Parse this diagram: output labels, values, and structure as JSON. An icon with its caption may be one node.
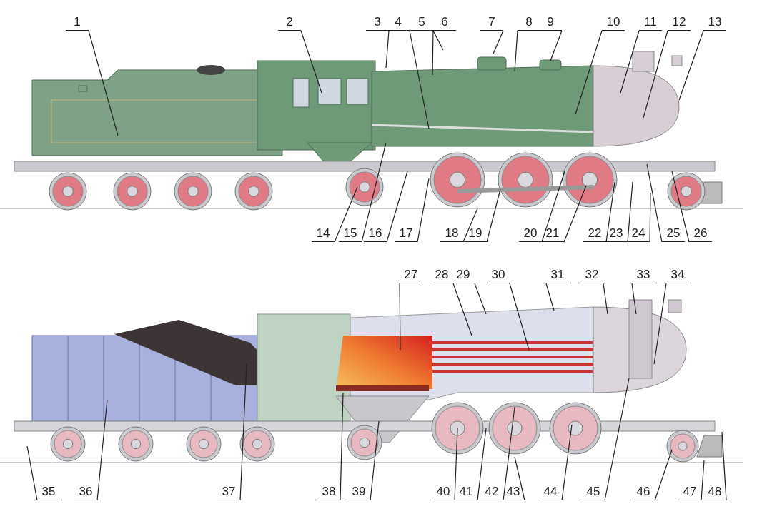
{
  "diagram": {
    "nodes": [
      {
        "text": [
          "1"
        ]
      },
      {
        "text": [
          "2"
        ]
      },
      {
        "text": [
          "3"
        ]
      },
      {
        "text": [
          "4"
        ]
      },
      {
        "text": [
          "5"
        ]
      },
      {
        "text": [
          "6"
        ]
      },
      {
        "text": [
          "7"
        ]
      },
      {
        "text": [
          "8"
        ]
      },
      {
        "text": [
          "9"
        ]
      },
      {
        "text": [
          "10"
        ]
      },
      {
        "text": [
          "11"
        ]
      },
      {
        "text": [
          "12"
        ]
      },
      {
        "text": [
          "13"
        ]
      },
      {
        "text": [
          "14"
        ]
      },
      {
        "text": [
          "15"
        ]
      },
      {
        "text": [
          "16"
        ]
      },
      {
        "text": [
          "17"
        ]
      },
      {
        "text": [
          "18"
        ]
      },
      {
        "text": [
          "19"
        ]
      },
      {
        "text": [
          "20"
        ]
      },
      {
        "text": [
          "21"
        ]
      },
      {
        "text": [
          "22"
        ]
      },
      {
        "text": [
          "23"
        ]
      },
      {
        "text": [
          "24"
        ]
      },
      {
        "text": [
          "25"
        ]
      },
      {
        "text": [
          "26"
        ]
      },
      {
        "text": [
          "27"
        ]
      },
      {
        "text": [
          "28"
        ]
      },
      {
        "text": [
          "29"
        ]
      },
      {
        "text": [
          "30"
        ]
      },
      {
        "text": [
          "31"
        ]
      },
      {
        "text": [
          "32"
        ]
      },
      {
        "text": [
          "33"
        ]
      },
      {
        "text": [
          "34"
        ]
      },
      {
        "text": [
          "35"
        ]
      },
      {
        "text": [
          "36"
        ]
      },
      {
        "text": [
          "37"
        ]
      },
      {
        "text": [
          "38"
        ]
      },
      {
        "text": [
          "39"
        ]
      },
      {
        "text": [
          "40"
        ]
      },
      {
        "text": [
          "41"
        ]
      },
      {
        "text": [
          "42"
        ]
      },
      {
        "text": [
          "43"
        ]
      },
      {
        "text": [
          "44"
        ]
      },
      {
        "text": [
          "45"
        ]
      },
      {
        "text": [
          "46"
        ]
      },
      {
        "text": [
          "47"
        ]
      },
      {
        "text": [
          "48"
        ]
      }
    ],
    "edges": [
      {
        "from": 0,
        "to": null,
        "arrow": "none"
      },
      {
        "from": 1,
        "to": null,
        "arrow": "none"
      },
      {
        "from": 2,
        "to": null,
        "arrow": "none"
      },
      {
        "from": 3,
        "to": null,
        "arrow": "none"
      },
      {
        "from": 4,
        "to": null,
        "arrow": "none"
      },
      {
        "from": 5,
        "to": null,
        "arrow": "none"
      },
      {
        "from": 6,
        "to": null,
        "arrow": "none"
      },
      {
        "from": 7,
        "to": null,
        "arrow": "none"
      },
      {
        "from": 8,
        "to": null,
        "arrow": "none"
      },
      {
        "from": 9,
        "to": null,
        "arrow": "none"
      },
      {
        "from": 10,
        "to": null,
        "arrow": "none"
      },
      {
        "from": 11,
        "to": null,
        "arrow": "none"
      },
      {
        "from": 12,
        "to": null,
        "arrow": "none"
      },
      {
        "from": 13,
        "to": null,
        "arrow": "none"
      },
      {
        "from": 14,
        "to": null,
        "arrow": "none"
      },
      {
        "from": 15,
        "to": null,
        "arrow": "none"
      },
      {
        "from": 16,
        "to": null,
        "arrow": "none"
      },
      {
        "from": 17,
        "to": null,
        "arrow": "none"
      },
      {
        "from": 18,
        "to": null,
        "arrow": "none"
      },
      {
        "from": 19,
        "to": null,
        "arrow": "none"
      },
      {
        "from": 20,
        "to": null,
        "arrow": "none"
      },
      {
        "from": 21,
        "to": null,
        "arrow": "none"
      },
      {
        "from": 22,
        "to": null,
        "arrow": "none"
      },
      {
        "from": 23,
        "to": null,
        "arrow": "none"
      },
      {
        "from": 24,
        "to": null,
        "arrow": "none"
      },
      {
        "from": 25,
        "to": null,
        "arrow": "none"
      },
      {
        "from": 26,
        "to": null,
        "arrow": "none"
      },
      {
        "from": 27,
        "to": null,
        "arrow": "none"
      },
      {
        "from": 28,
        "to": null,
        "arrow": "none"
      },
      {
        "from": 29,
        "to": null,
        "arrow": "none"
      },
      {
        "from": 30,
        "to": null,
        "arrow": "none"
      },
      {
        "from": 31,
        "to": null,
        "arrow": "none"
      },
      {
        "from": 32,
        "to": null,
        "arrow": "none"
      },
      {
        "from": 33,
        "to": null,
        "arrow": "none"
      },
      {
        "from": 34,
        "to": null,
        "arrow": "none"
      },
      {
        "from": 35,
        "to": null,
        "arrow": "none"
      },
      {
        "from": 36,
        "to": null,
        "arrow": "none"
      },
      {
        "from": 37,
        "to": null,
        "arrow": "none"
      },
      {
        "from": 38,
        "to": null,
        "arrow": "none"
      },
      {
        "from": 39,
        "to": null,
        "arrow": "none"
      },
      {
        "from": 40,
        "to": null,
        "arrow": "none"
      },
      {
        "from": 41,
        "to": null,
        "arrow": "none"
      },
      {
        "from": 42,
        "to": null,
        "arrow": "none"
      },
      {
        "from": 43,
        "to": null,
        "arrow": "none"
      },
      {
        "from": 44,
        "to": null,
        "arrow": "none"
      },
      {
        "from": 45,
        "to": null,
        "arrow": "none"
      },
      {
        "from": 46,
        "to": null,
        "arrow": "none"
      },
      {
        "from": 47,
        "to": null,
        "arrow": "none"
      }
    ]
  }
}
